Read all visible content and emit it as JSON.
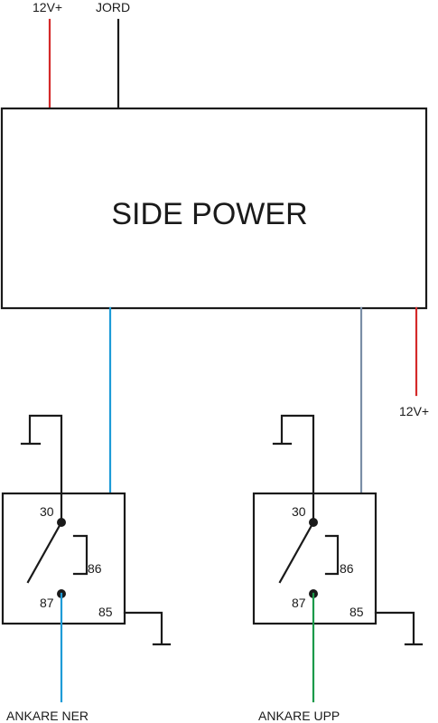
{
  "main_unit": {
    "label": "SIDE POWER"
  },
  "inputs": {
    "supply": "12V+",
    "ground": "JORD"
  },
  "output_supply": "12V+",
  "relays": [
    {
      "pins": {
        "p30": "30",
        "p87": "87",
        "p86": "86",
        "p85": "85"
      },
      "output_label": "ANKARE NER"
    },
    {
      "pins": {
        "p30": "30",
        "p87": "87",
        "p86": "86",
        "p85": "85"
      },
      "output_label": "ANKARE UPP"
    }
  ],
  "colors": {
    "supply_wire": "#d42a2a",
    "ground_wire": "#1a1a1a",
    "relay1_control_wire": "#1e9bd7",
    "relay2_control_wire": "#7a8ea6",
    "relay1_output_wire": "#1e9bd7",
    "relay2_output_wire": "#1b9a4a"
  }
}
